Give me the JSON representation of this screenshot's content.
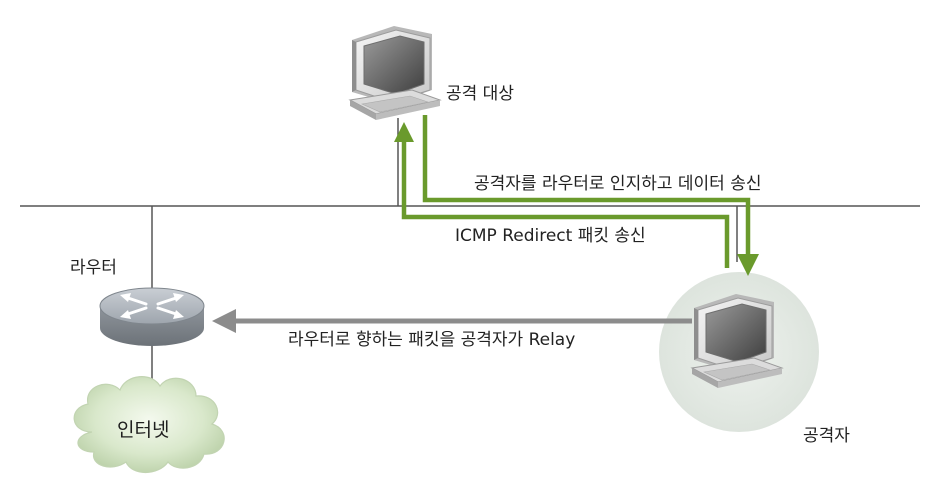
{
  "colors": {
    "network_line": "#555555",
    "green_path": "#6a9a2c",
    "relay_arrow": "#8c8c8c",
    "attacker_halo": "#e2e9e2",
    "cloud_fill": "#cfe0c0"
  },
  "icons": [
    "computer-icon",
    "router-icon",
    "cloud-icon"
  ],
  "nodes": {
    "target": {
      "label": "공격 대상"
    },
    "attacker": {
      "label": "공격자"
    },
    "router": {
      "label": "라우터"
    },
    "internet": {
      "label": "인터넷"
    }
  },
  "flows": {
    "send_data": {
      "label": "공격자를 라우터로 인지하고 데이터 송신"
    },
    "icmp_redirect": {
      "label": "ICMP Redirect 패킷 송신"
    },
    "relay": {
      "label": "라우터로 향하는 패킷을 공격자가 Relay"
    }
  }
}
